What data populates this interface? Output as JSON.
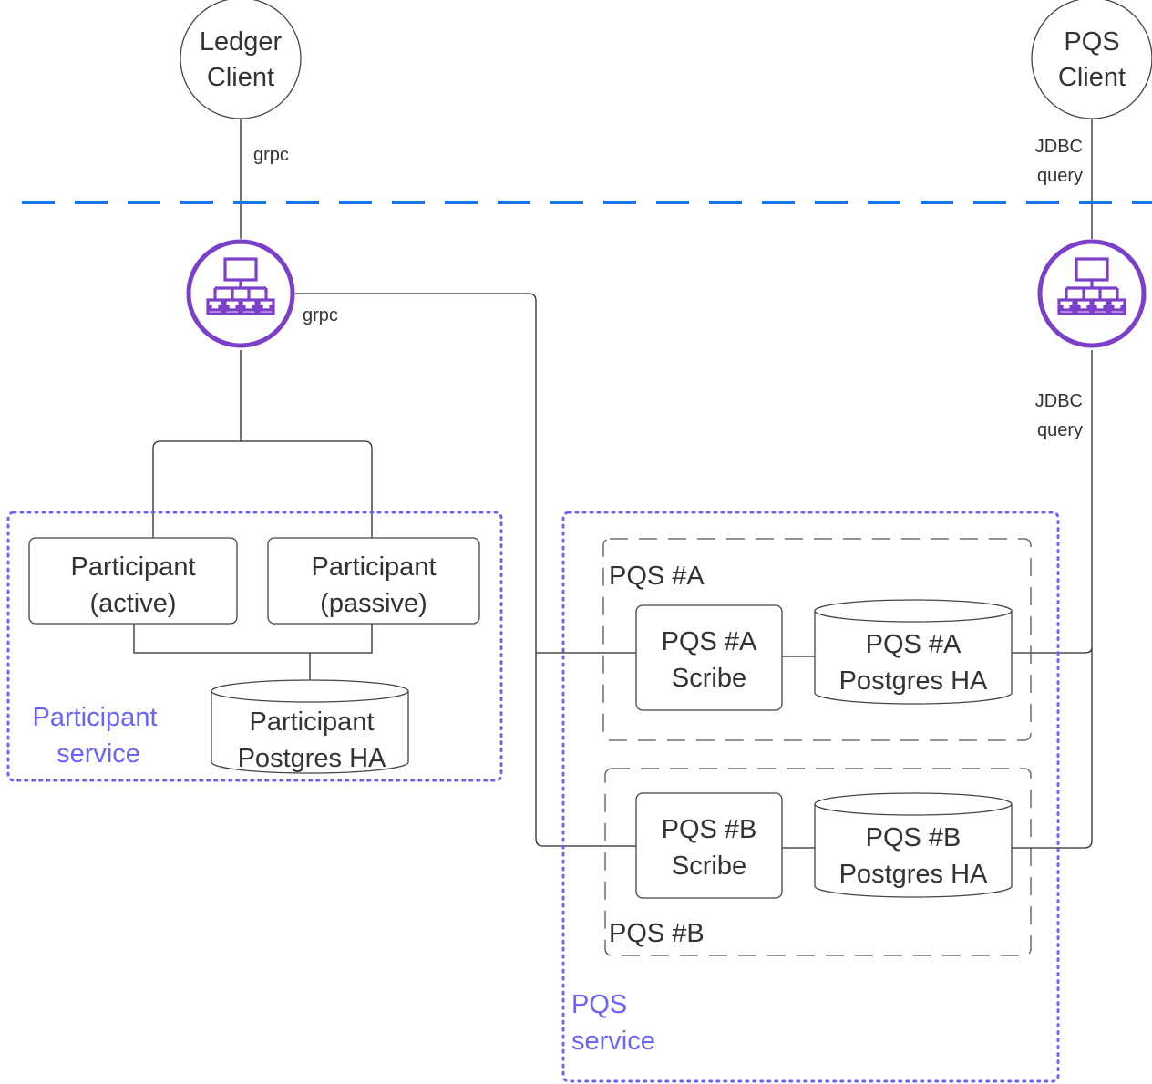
{
  "colors": {
    "boundary_line": "#1a73e8",
    "service_box": "#6c63ff",
    "load_balancer": "#7b3fc9",
    "stroke": "#444444",
    "text": "#333333"
  },
  "clients": {
    "ledger": {
      "line1": "Ledger",
      "line2": "Client"
    },
    "pqs": {
      "line1": "PQS",
      "line2": "Client"
    }
  },
  "connections": {
    "ledger_grpc": "grpc",
    "lb_grpc": "grpc",
    "pqs_jdbc_top": {
      "line1": "JDBC",
      "line2": "query"
    },
    "pqs_jdbc_bottom": {
      "line1": "JDBC",
      "line2": "query"
    }
  },
  "icons": {
    "left_load_balancer": "load-balancer-icon",
    "right_load_balancer": "load-balancer-icon"
  },
  "participant_service": {
    "label": {
      "line1": "Participant",
      "line2": "service"
    },
    "active": {
      "line1": "Participant",
      "line2": "(active)"
    },
    "passive": {
      "line1": "Participant",
      "line2": "(passive)"
    },
    "db": {
      "line1": "Participant",
      "line2": "Postgres HA"
    }
  },
  "pqs_service": {
    "label": {
      "line1": "PQS",
      "line2": "service"
    },
    "group_a": {
      "title": "PQS #A",
      "scribe": {
        "line1": "PQS #A",
        "line2": "Scribe"
      },
      "db": {
        "line1": "PQS #A",
        "line2": "Postgres HA"
      }
    },
    "group_b": {
      "title": "PQS #B",
      "scribe": {
        "line1": "PQS #B",
        "line2": "Scribe"
      },
      "db": {
        "line1": "PQS #B",
        "line2": "Postgres HA"
      }
    }
  }
}
